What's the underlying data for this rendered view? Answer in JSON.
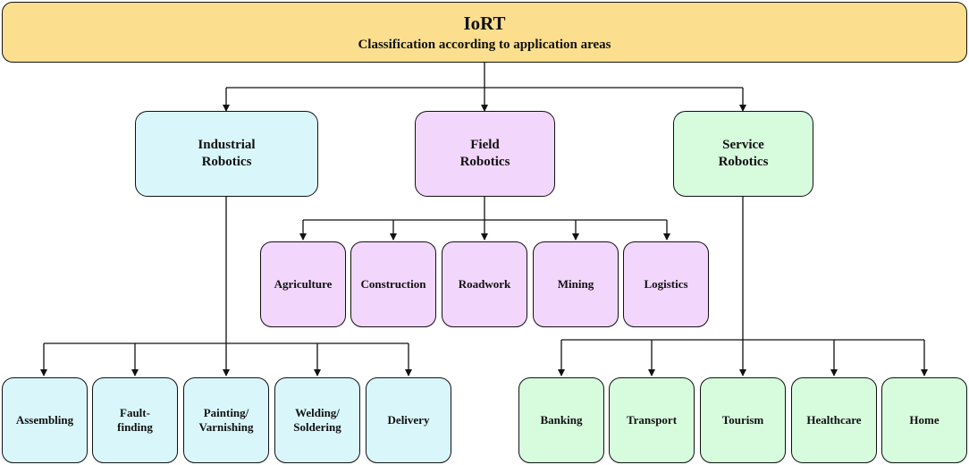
{
  "root": {
    "title": "IoRT",
    "subtitle": "Classification according to application areas"
  },
  "categories": [
    {
      "line1": "Industrial",
      "line2": "Robotics",
      "color": "#d9f7fb"
    },
    {
      "line1": "Field",
      "line2": "Robotics",
      "color": "#f2d6fb"
    },
    {
      "line1": "Service",
      "line2": "Robotics",
      "color": "#d6fbdd"
    }
  ],
  "field_items": [
    "Agriculture",
    "Construction",
    "Roadwork",
    "Mining",
    "Logistics"
  ],
  "industrial_items": [
    {
      "line1": "Assembling",
      "line2": ""
    },
    {
      "line1": "Fault-",
      "line2": "finding"
    },
    {
      "line1": "Painting/",
      "line2": "Varnishing"
    },
    {
      "line1": "Welding/",
      "line2": "Soldering"
    },
    {
      "line1": "Delivery",
      "line2": ""
    }
  ],
  "service_items": [
    "Banking",
    "Transport",
    "Tourism",
    "Healthcare",
    "Home"
  ],
  "colors": {
    "root": "#fbdf8f",
    "industrial": "#d9f7fb",
    "field": "#f2d6fb",
    "service": "#d6fbdd",
    "stroke": "#111111"
  }
}
